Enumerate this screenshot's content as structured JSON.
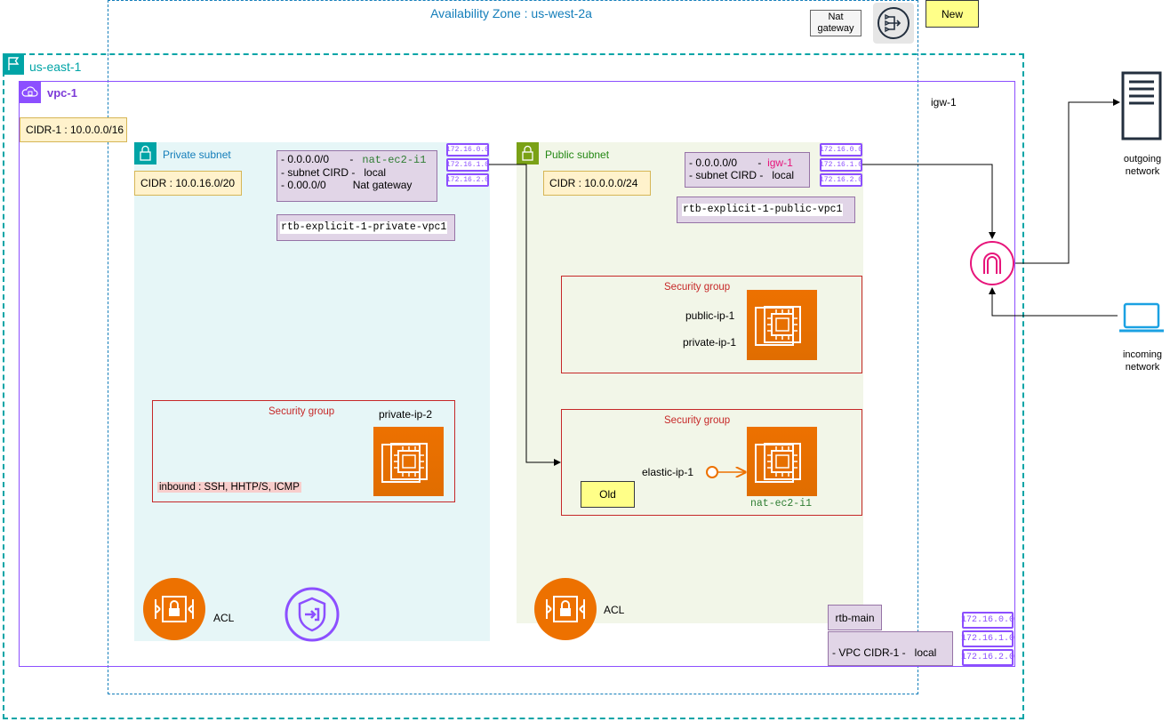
{
  "availability_zone": {
    "label": "Availability Zone : us-west-2a"
  },
  "region": {
    "label": "us-east-1"
  },
  "vpc": {
    "label": "vpc-1",
    "cidr": "CIDR-1 : 10.0.0.0/16"
  },
  "nat_gateway": {
    "label": "Nat gateway"
  },
  "new_badge": {
    "label": "New"
  },
  "igw": {
    "label": "igw-1"
  },
  "private_subnet": {
    "label": "Private subnet",
    "cidr": "CIDR : 10.0.16.0/20",
    "routes": [
      {
        "dest": "- 0.0.0.0/0",
        "sep": "-",
        "target": "nat-ec2-i1"
      },
      {
        "dest": "- subnet CIRD -",
        "sep": "",
        "target": "local"
      },
      {
        "dest": "- 0.00.0/0",
        "sep": "",
        "target": "Nat gateway"
      }
    ],
    "route_table": "rtb-explicit-1-private-vpc1",
    "security_group": {
      "label": "Security group",
      "ip": "private-ip-2",
      "inbound": "inbound : SSH, HHTP/S, ICMP"
    },
    "acl_label": "ACL"
  },
  "public_subnet": {
    "label": "Public subnet",
    "cidr": "CIDR : 10.0.0.0/24",
    "routes": [
      {
        "dest": "- 0.0.0.0/0",
        "sep": "-",
        "target": "igw-1"
      },
      {
        "dest": "- subnet CIRD -",
        "sep": "",
        "target": "local"
      }
    ],
    "route_table": "rtb-explicit-1-public-vpc1",
    "security_group_1": {
      "label": "Security group",
      "public_ip": "public-ip-1",
      "private_ip": "private-ip-1"
    },
    "security_group_2": {
      "label": "Security group",
      "elastic_ip": "elastic-ip-1",
      "instance": "nat-ec2-i1",
      "old_badge": "Old"
    },
    "acl_label": "ACL"
  },
  "rtb_main": {
    "label": "rtb-main",
    "route": "- VPC CIDR-1 -   local"
  },
  "ip_chips": [
    "172.16.0.0",
    "172.16.1.0",
    "172.16.2.0"
  ],
  "outgoing": {
    "label": "outgoing network"
  },
  "incoming": {
    "label": "incoming network"
  },
  "colors": {
    "az_border": "#147eba",
    "region_border": "#00a4a6",
    "vpc_border": "#8c4fff",
    "private_fill": "#e6f6f7",
    "public_fill": "#f2f6e8",
    "ec2": "#ed7100",
    "security_group": "#c62828",
    "igw": "#e7157b",
    "route_table": "#e1d5e7"
  },
  "icons": {
    "region": "flag-icon",
    "vpc": "vpc-cloud-icon",
    "private_subnet": "lock-icon",
    "public_subnet": "lock-icon",
    "ec2": "ec2-chip-icon",
    "acl": "network-acl-icon",
    "endpoint": "endpoint-shield-icon",
    "nat": "nat-gateway-icon",
    "igw": "internet-gateway-icon",
    "server": "server-icon",
    "laptop": "laptop-icon"
  }
}
